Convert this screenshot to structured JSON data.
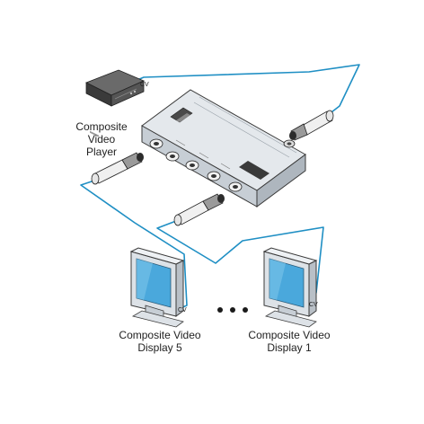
{
  "colors": {
    "cable": "#1f8fc4",
    "device_body": "#e4e8ec",
    "device_edge": "#3a3a3a",
    "monitor_body": "#dde2e7",
    "monitor_screen": "#4aa8dc",
    "player_body": "#4a4a4a"
  },
  "devices": {
    "player": {
      "icon": "vcr-player-icon",
      "caption_line1": "Composite",
      "caption_line2": "Video",
      "caption_line3": "Player",
      "cable_label": "CV"
    },
    "distributor": {
      "icon": "distribution-amplifier-icon"
    },
    "display_5": {
      "icon": "monitor-icon",
      "caption_line1": "Composite Video",
      "caption_line2": "Display 5",
      "cable_label": "CV"
    },
    "display_1": {
      "icon": "monitor-icon",
      "caption_line1": "Composite Video",
      "caption_line2": "Display 1",
      "cable_label": "CV"
    }
  },
  "connectors": {
    "icon": "bnc-connector-icon"
  },
  "ellipsis_icon": "ellipsis-dots-icon"
}
